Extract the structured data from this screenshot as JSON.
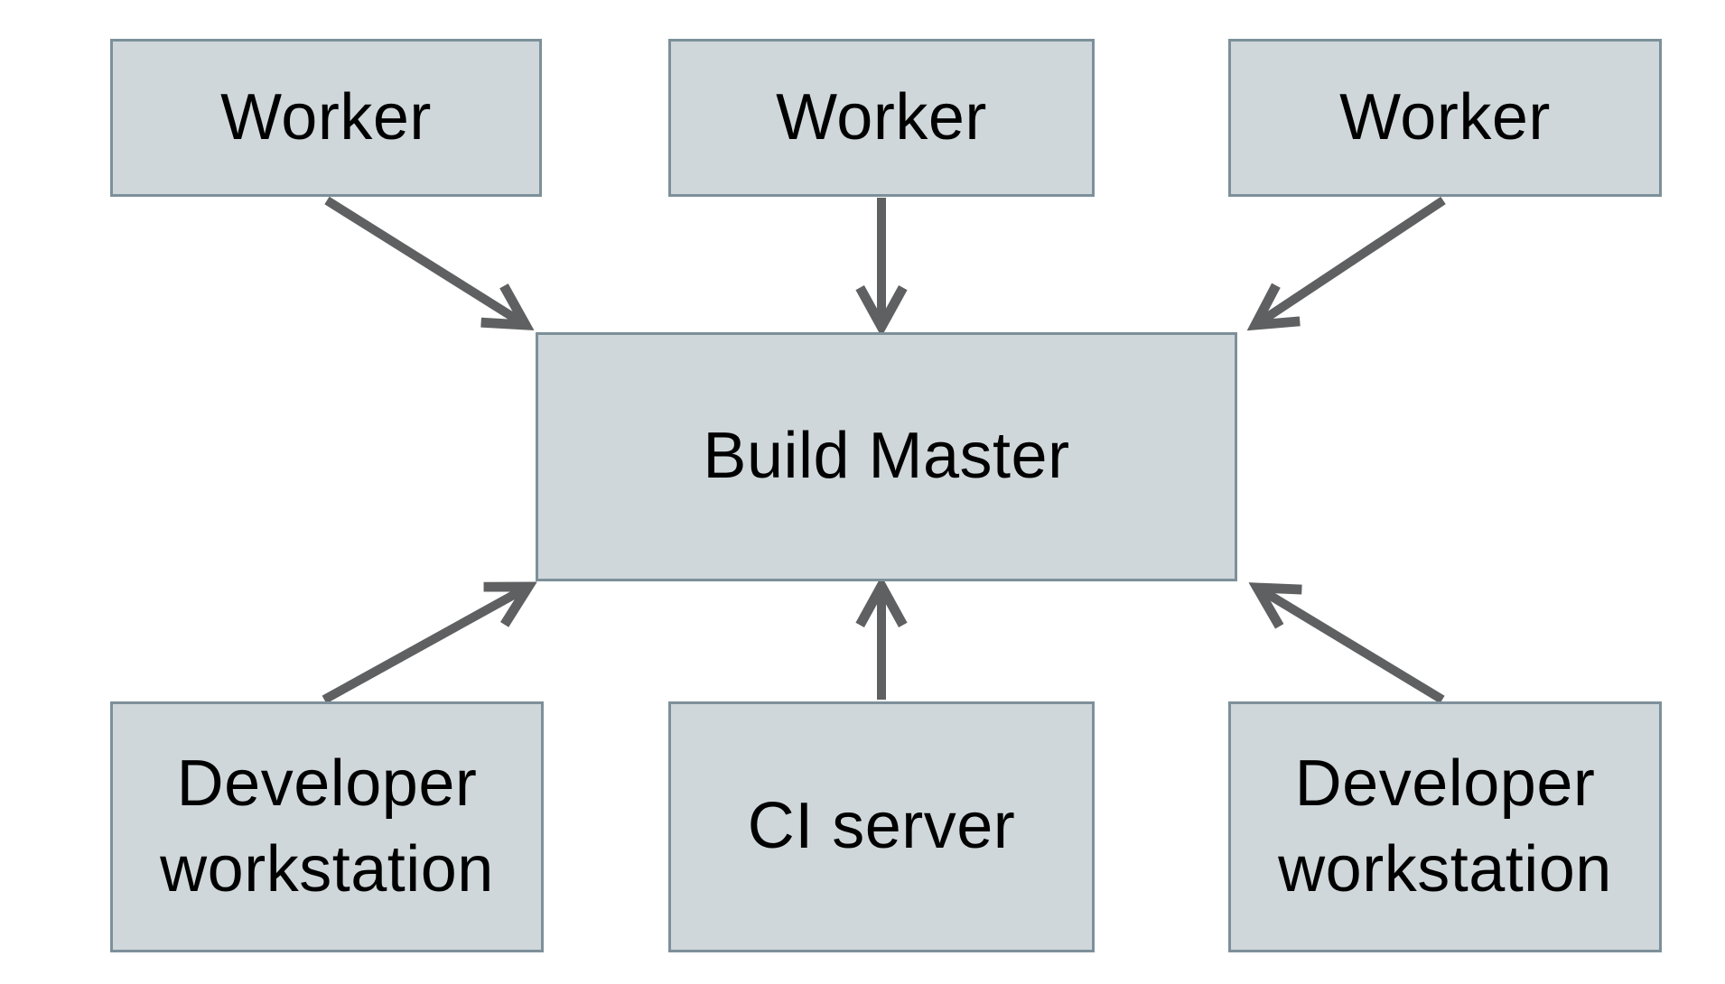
{
  "diagram": {
    "type": "architecture-diagram",
    "nodes": [
      {
        "id": "worker-1",
        "label": "Worker"
      },
      {
        "id": "worker-2",
        "label": "Worker"
      },
      {
        "id": "worker-3",
        "label": "Worker"
      },
      {
        "id": "build-master",
        "label": "Build Master"
      },
      {
        "id": "developer-workstation-left",
        "label": "Developer workstation"
      },
      {
        "id": "ci-server",
        "label": "CI server"
      },
      {
        "id": "developer-workstation-right",
        "label": "Developer workstation"
      }
    ],
    "edges": [
      {
        "from": "worker-1",
        "to": "build-master"
      },
      {
        "from": "worker-2",
        "to": "build-master"
      },
      {
        "from": "worker-3",
        "to": "build-master"
      },
      {
        "from": "developer-workstation-left",
        "to": "build-master"
      },
      {
        "from": "ci-server",
        "to": "build-master"
      },
      {
        "from": "developer-workstation-right",
        "to": "build-master"
      }
    ],
    "colors": {
      "canvas-bg": "#ffffff",
      "node-fill": "#cfd7da",
      "node-border": "#7d909a",
      "arrow": "#5e6061",
      "label-text": "#000000"
    }
  }
}
